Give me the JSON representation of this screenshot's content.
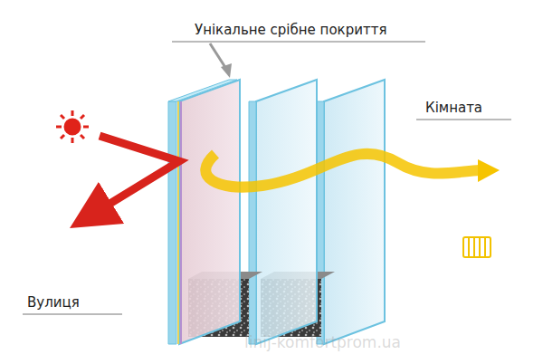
{
  "diagram": {
    "labels": [
      "Унікальне срібне покриття",
      "Кімната",
      "Вулиця",
      "linij-komfortprom.ua"
    ]
  }
}
